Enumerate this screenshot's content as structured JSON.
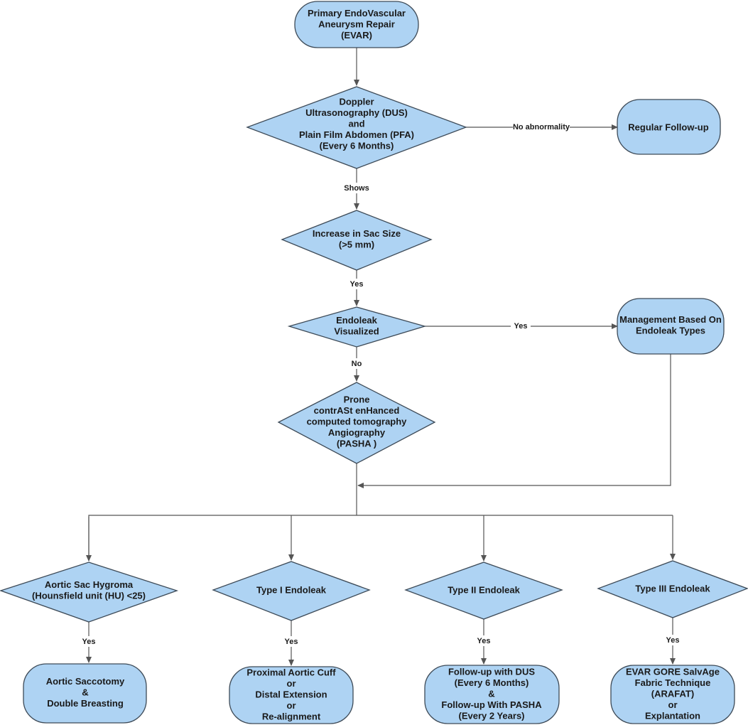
{
  "nodes": {
    "evar": {
      "lines": [
        "Primary EndoVascular",
        "Aneurysm Repair",
        "(EVAR)"
      ]
    },
    "dus_pfa": {
      "lines": [
        "Doppler",
        "Ultrasonography (DUS)",
        "and",
        "Plain Film Abdomen (PFA)",
        "(Every 6 Months)"
      ]
    },
    "regular_followup": {
      "lines": [
        "Regular Follow-up"
      ]
    },
    "sac_size": {
      "lines": [
        "Increase in Sac Size",
        "(>5 mm)"
      ]
    },
    "endoleak_visualized": {
      "lines": [
        "Endoleak",
        "Visualized"
      ]
    },
    "management": {
      "lines": [
        "Management Based On",
        "Endoleak Types"
      ]
    },
    "pasha": {
      "lines": [
        "Prone",
        "contrASt enHanced",
        "computed tomography",
        "Angiography",
        "(PASHA )"
      ]
    },
    "hygroma": {
      "lines": [
        "Aortic Sac Hygroma",
        "(Hounsfield unit (HU) <25)"
      ]
    },
    "type1": {
      "lines": [
        "Type I Endoleak"
      ]
    },
    "type2": {
      "lines": [
        "Type II Endoleak"
      ]
    },
    "type3": {
      "lines": [
        "Type III Endoleak"
      ]
    },
    "saccotomy": {
      "lines": [
        "Aortic  Saccotomy",
        "&",
        "Double Breasting"
      ]
    },
    "cuff": {
      "lines": [
        "Proximal Aortic Cuff",
        "or",
        "Distal Extension",
        "or",
        "Re-alignment"
      ]
    },
    "followup_dus": {
      "lines": [
        "Follow-up with DUS",
        "(Every 6 Months)",
        "&",
        "Follow-up With PASHA",
        "(Every 2 Years)"
      ]
    },
    "arafat": {
      "lines": [
        "EVAR GORE SalvAge",
        "Fabric Technique",
        "(ARAFAT)",
        "or",
        "Explantation"
      ]
    }
  },
  "edge_labels": {
    "no_abnormality": "No abnormality",
    "shows": "Shows",
    "yes_sac": "Yes",
    "yes_mgmt": "Yes",
    "no_pasha": "No",
    "yes_hygroma": "Yes",
    "yes_type1": "Yes",
    "yes_type2": "Yes",
    "yes_type3": "Yes"
  },
  "colors": {
    "node_fill": "#aed3f3",
    "node_stroke": "#3d4a57",
    "connector": "#555555"
  }
}
